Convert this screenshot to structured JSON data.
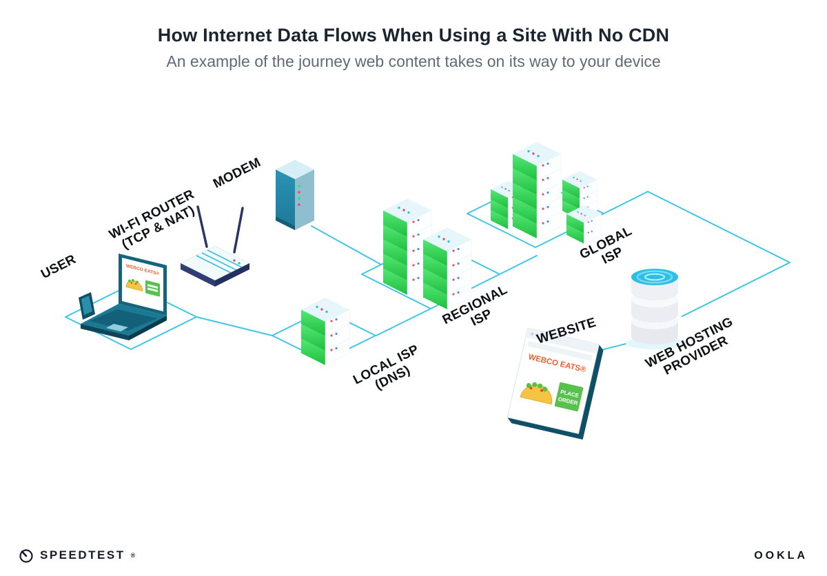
{
  "header": {
    "title": "How Internet Data Flows When Using a Site With No CDN",
    "subtitle": "An example of the journey web content takes on its way to your device"
  },
  "labels": {
    "user": "USER",
    "wifi_router": {
      "line1": "WI-FI ROUTER",
      "line2": "(TCP & NAT)"
    },
    "modem": "MODEM",
    "local_isp": {
      "line1": "LOCAL ISP",
      "line2": "(DNS)"
    },
    "regional_isp": {
      "line1": "REGIONAL",
      "line2": "ISP"
    },
    "global_isp": {
      "line1": "GLOBAL",
      "line2": "ISP"
    },
    "website": "WEBSITE",
    "web_hosting": {
      "line1": "WEB HOSTING",
      "line2": "PROVIDER"
    }
  },
  "laptop_screen": {
    "brand": "WEBCO EATS®"
  },
  "website_window": {
    "brand": "WEBCO EATS®",
    "button_line1": "PLACE",
    "button_line2": "ORDER"
  },
  "footer": {
    "speedtest": "SPEEDTEST",
    "speedtest_mark": "®",
    "ookla": "OOKLA"
  },
  "colors": {
    "connection_line": "#3fc6e4",
    "server_green": "#2fd24a",
    "teal_dark": "#1b7a93",
    "brand_orange": "#e8622d",
    "button_green": "#58c14d",
    "cylinder_cyan": "#2ec0e4"
  }
}
